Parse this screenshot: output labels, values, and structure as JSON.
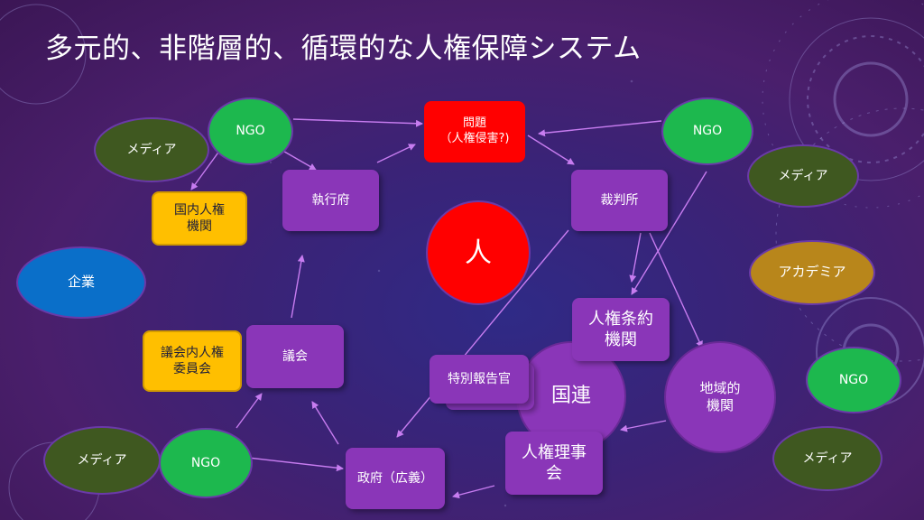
{
  "title": "多元的、非階層的、循環的な人権保障システム",
  "colors": {
    "purple_box": "#8a36b8",
    "ngo_green": "#1db84e",
    "media_olive": "#3f5820",
    "yellow": "#ffbf00",
    "red": "#ff0000",
    "blue": "#0a6fc9",
    "gold": "#b8861b",
    "arrow": "#c77cf0"
  },
  "nodes": {
    "problem": "問題\n（人権侵害?)",
    "person": "人",
    "executive": "執行府",
    "court": "裁判所",
    "ngo_top_left": "NGO",
    "ngo_top_right": "NGO",
    "ngo_right": "NGO",
    "ngo_bottom_left": "NGO",
    "media_top_left": "メディア",
    "media_right": "メディア",
    "media_bottom_left": "メディア",
    "media_bottom_right": "メディア",
    "national_hri": "国内人権\n機関",
    "enterprise": "企業",
    "academia": "アカデミア",
    "parliament": "議会",
    "parliament_hr_committee": "議会内人権\n委員会",
    "government": "政府（広義）",
    "un": "国連",
    "treaty_bodies": "人権条約\n機関",
    "special_rapporteur": "特別報告官",
    "hr_council": "人権理事\n会",
    "regional": "地域的\n機関"
  }
}
